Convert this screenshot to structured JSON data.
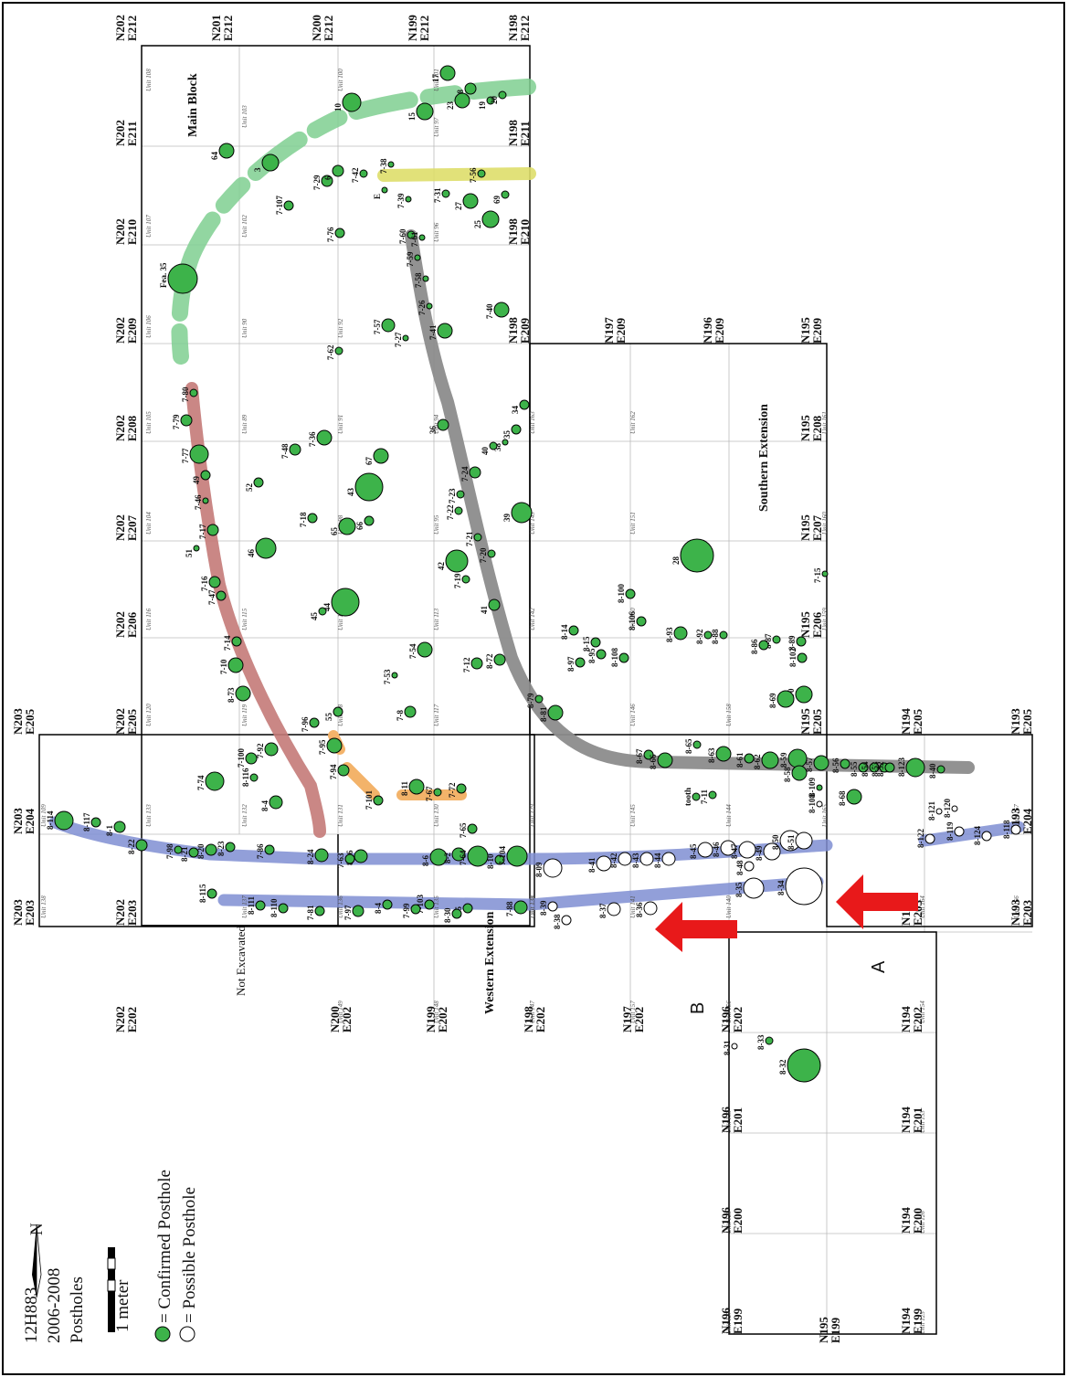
{
  "title": {
    "site": "12H883",
    "years": "2006-2008",
    "subject": "Postholes"
  },
  "scale": {
    "label": "1 meter"
  },
  "north": {
    "label": "N"
  },
  "legend": {
    "confirmed": "= Confirmed Posthole",
    "possible": "= Possible Posthole"
  },
  "areas": {
    "main_block": "Main Block",
    "southern_extension": "Southern Extension",
    "western_extension": "Western Extension",
    "not_excavated": "Not Excavated"
  },
  "arrows": {
    "a": "A",
    "b": "B"
  },
  "colors": {
    "confirmed_fill": "#3db34a",
    "possible_fill": "#ffffff",
    "green_band": "#7fcf90",
    "red_band": "#c47a78",
    "gray_band": "#8c8c8c",
    "blue_band": "#7f8ed2",
    "yellow_band": "#dede6a",
    "orange_band": "#f3b36a",
    "arrow": "#e8191a"
  },
  "grid_labels": [
    "N202\nE212",
    "N201\nE212",
    "N200\nE212",
    "N199\nE212",
    "N198\nE212",
    "N202\nE211",
    "N198\nE211",
    "N202\nE210",
    "N198\nE210",
    "N202\nE209",
    "N198\nE209",
    "N197\nE209",
    "N196\nE209",
    "N195\nE209",
    "N202\nE208",
    "N195\nE208",
    "N202\nE207",
    "N195\nE207",
    "N202\nE206",
    "N195\nE206",
    "N202\nE205",
    "N195\nE205",
    "N194\nE205",
    "N203\nE205",
    "N193\nE205",
    "N203\nE204",
    "N193\nE204",
    "N203\nE203",
    "N202\nE203",
    "N194\nE203",
    "N193\nE203",
    "N202\nE202",
    "N200\nE202",
    "N199\nE202",
    "N198\nE202",
    "N197\nE202",
    "N196\nE202",
    "N194\nE202",
    "N196\nE201",
    "N194\nE201",
    "N196\nE200",
    "N194\nE200",
    "N196\nE199",
    "N195\nE199",
    "N194\nE199"
  ],
  "units": [
    "Unit 108",
    "Unit 100",
    "Unit 101",
    "Unit 103",
    "Unit 97",
    "Unit 107",
    "Unit 102",
    "Unit 96",
    "Unit 106",
    "Unit 90",
    "Unit 92",
    "Unit 105",
    "Unit 89",
    "Unit 91",
    "Unit 94",
    "Unit 104",
    "Unit 98",
    "Unit 95",
    "Unit 116",
    "Unit 115",
    "Unit 114",
    "Unit 113",
    "Unit 119",
    "Unit 118",
    "Unit 117",
    "Unit 120",
    "Unit 132",
    "Unit 131",
    "Unit 130",
    "Unit 129",
    "Unit 133",
    "Unit 109",
    "Unit 138",
    "Unit 137",
    "Unit 136",
    "Unit 135",
    "Unit 134",
    "Unit 149",
    "Unit 148",
    "Unit 147",
    "Unit 163",
    "Unit 162",
    "Unit 151",
    "Unit 143",
    "Unit 142",
    "Unit 150",
    "Unit 146",
    "Unit 145",
    "Unit 144",
    "Unit 139",
    "Unit 140",
    "Unit 141",
    "Unit 158",
    "Unit 159",
    "Unit 160",
    "Unit 161",
    "Unit 165",
    "Unit 164",
    "Unit 167",
    "Unit 166",
    "Unit 157",
    "Unit 156",
    "Unit 155",
    "Unit 154",
    "Unit 153",
    "Unit 128",
    "Unit 127",
    "Unit 126",
    "Unit 125"
  ],
  "postholes": [
    "64",
    "3",
    "10",
    "18",
    "19",
    "20",
    "15",
    "17",
    "23",
    "7-29",
    "6",
    "7-42",
    "7-38",
    "7-56",
    "69",
    "7-31",
    "27",
    "25",
    "7-39",
    "E",
    "7-107",
    "7-76",
    "7-60",
    "7-61",
    "7-59",
    "7-58",
    "7-26",
    "7-57",
    "7-27",
    "7-41",
    "7-40",
    "Fea. 35",
    "7-62",
    "7-80",
    "7-79",
    "7-77",
    "7-48",
    "7-36",
    "49",
    "52",
    "67",
    "36",
    "34",
    "35",
    "38",
    "40",
    "7-24",
    "7-23",
    "7-22",
    "43",
    "39",
    "7-46",
    "7-18",
    "66",
    "65",
    "51",
    "7-17",
    "46",
    "42",
    "7-21",
    "7-20",
    "7-19",
    "28",
    "7-16",
    "7-47",
    "45",
    "44",
    "41",
    "8-14",
    "8-15",
    "8-100",
    "8-106",
    "8-97",
    "8-95",
    "8-108",
    "8-93",
    "8-92",
    "8-88",
    "8-87",
    "8-89",
    "8-86",
    "8-102",
    "7-15",
    "7-14",
    "7-10",
    "7-54",
    "7-53",
    "7-12",
    "8-72",
    "8-73",
    "8-79",
    "8-81",
    "8-70",
    "8-69",
    "8-67",
    "8-66",
    "8-65",
    "8-63",
    "8-61",
    "8-62",
    "8-59",
    "8-58",
    "8-57",
    "8-56",
    "8-55",
    "8-54",
    "8-53",
    "8-52",
    "8-123",
    "8-40",
    "8-109",
    "8-68",
    "tooth",
    "7-11",
    "55",
    "7-8",
    "7-96",
    "7-95",
    "7-94",
    "7-101",
    "8-11",
    "7-67",
    "7-72",
    "7-100",
    "7-92",
    "7-74",
    "8-4",
    "8-116",
    "8-114",
    "8-117",
    "8-1",
    "8-22",
    "7-98",
    "8-21",
    "8-20",
    "8-23",
    "8-24",
    "8-26",
    "8-6",
    "8-2",
    "7-64",
    "7-65",
    "8-10",
    "7-104",
    "8-09",
    "8-41",
    "8-42",
    "8-43",
    "8-44",
    "8-45",
    "8-46",
    "8-47",
    "8-48",
    "8-49",
    "8-50",
    "8-51",
    "8-108",
    "8-121",
    "8-120",
    "8-122",
    "8-119",
    "8-124",
    "8-118",
    "8-115",
    "8-111",
    "8-110",
    "7-81",
    "7-97",
    "8-4",
    "7-103",
    "8-5",
    "7-88",
    "8-39",
    "8-38",
    "8-37",
    "8-36",
    "8-35",
    "8-34",
    "8-33",
    "8-31",
    "8-32",
    "8-30",
    "7-99",
    "7-63",
    "7-86",
    "7-55"
  ]
}
